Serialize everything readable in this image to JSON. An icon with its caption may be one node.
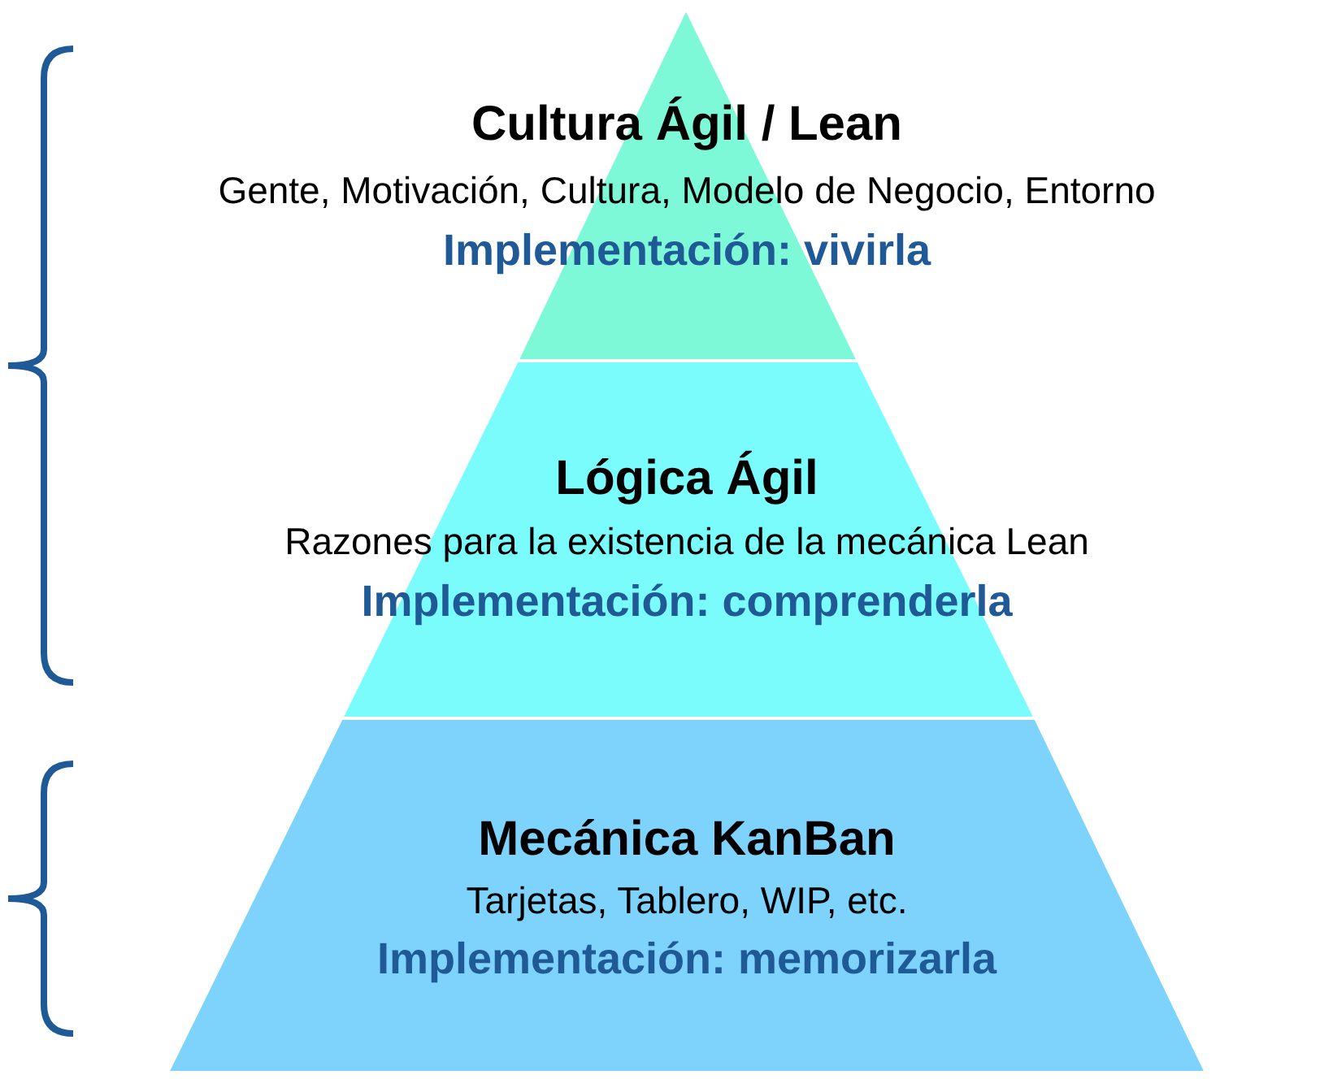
{
  "diagram": {
    "nodes": [
      {
        "text": [
          "Cultura Ágil / Lean",
          "Gente, Motivación, Cultura, Modelo de Negocio, Entorno",
          "Implementación: vivirla"
        ]
      },
      {
        "text": [
          "Lógica Ágil",
          "Razones para la existencia de la mecánica Lean",
          "Implementación: comprenderla"
        ]
      },
      {
        "text": [
          "Mecánica KanBan",
          "Tarjetas, Tablero, WIP, etc.",
          "Implementación: memorizarla"
        ]
      }
    ],
    "edges": []
  }
}
